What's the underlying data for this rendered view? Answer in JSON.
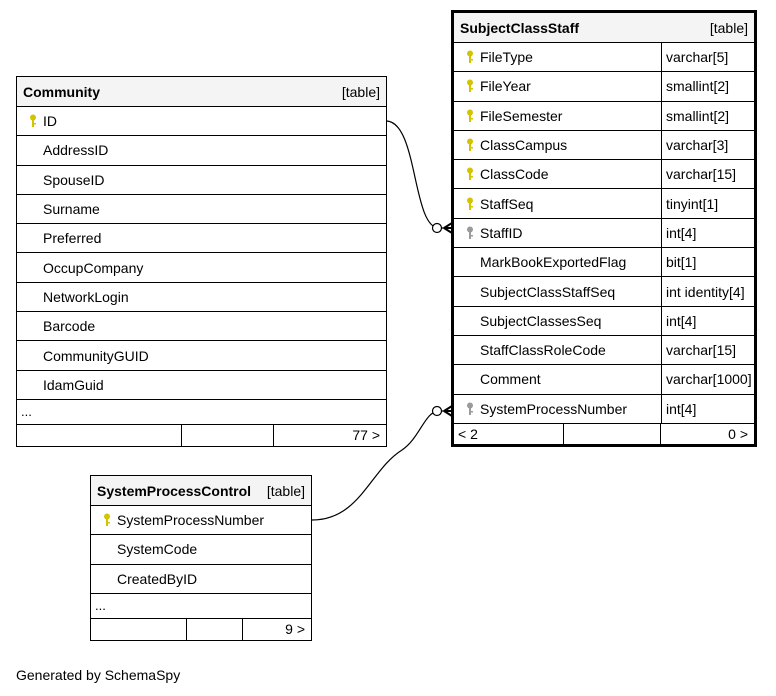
{
  "tables": {
    "community": {
      "name": "Community",
      "kind": "[table]",
      "columns": [
        {
          "name": "ID",
          "key": "primary"
        },
        {
          "name": "AddressID",
          "key": "none"
        },
        {
          "name": "SpouseID",
          "key": "none"
        },
        {
          "name": "Surname",
          "key": "none"
        },
        {
          "name": "Preferred",
          "key": "none"
        },
        {
          "name": "OccupCompany",
          "key": "none"
        },
        {
          "name": "NetworkLogin",
          "key": "none"
        },
        {
          "name": "Barcode",
          "key": "none"
        },
        {
          "name": "CommunityGUID",
          "key": "none"
        },
        {
          "name": "IdamGuid",
          "key": "none"
        }
      ],
      "ellipsis": "...",
      "footer": {
        "left": "",
        "middle": "",
        "right": "77 >"
      }
    },
    "subjectClassStaff": {
      "name": "SubjectClassStaff",
      "kind": "[table]",
      "columns": [
        {
          "name": "FileType",
          "type": "varchar[5]",
          "key": "primary"
        },
        {
          "name": "FileYear",
          "type": "smallint[2]",
          "key": "primary"
        },
        {
          "name": "FileSemester",
          "type": "smallint[2]",
          "key": "primary"
        },
        {
          "name": "ClassCampus",
          "type": "varchar[3]",
          "key": "primary"
        },
        {
          "name": "ClassCode",
          "type": "varchar[15]",
          "key": "primary"
        },
        {
          "name": "StaffSeq",
          "type": "tinyint[1]",
          "key": "primary"
        },
        {
          "name": "StaffID",
          "type": "int[4]",
          "key": "foreign"
        },
        {
          "name": "MarkBookExportedFlag",
          "type": "bit[1]",
          "key": "none"
        },
        {
          "name": "SubjectClassStaffSeq",
          "type": "int identity[4]",
          "key": "none"
        },
        {
          "name": "SubjectClassesSeq",
          "type": "int[4]",
          "key": "none"
        },
        {
          "name": "StaffClassRoleCode",
          "type": "varchar[15]",
          "key": "none"
        },
        {
          "name": "Comment",
          "type": "varchar[1000]",
          "key": "none"
        },
        {
          "name": "SystemProcessNumber",
          "type": "int[4]",
          "key": "foreign"
        }
      ],
      "footer": {
        "left": "< 2",
        "middle": "",
        "right": "0 >"
      }
    },
    "systemProcessControl": {
      "name": "SystemProcessControl",
      "kind": "[table]",
      "columns": [
        {
          "name": "SystemProcessNumber",
          "key": "primary"
        },
        {
          "name": "SystemCode",
          "key": "none"
        },
        {
          "name": "CreatedByID",
          "key": "none"
        }
      ],
      "ellipsis": "...",
      "footer": {
        "left": "",
        "middle": "",
        "right": "9 >"
      }
    }
  },
  "colors": {
    "primary_key": "#d4c400",
    "foreign_key": "#9a9a9a"
  },
  "credit": "Generated by SchemaSpy"
}
